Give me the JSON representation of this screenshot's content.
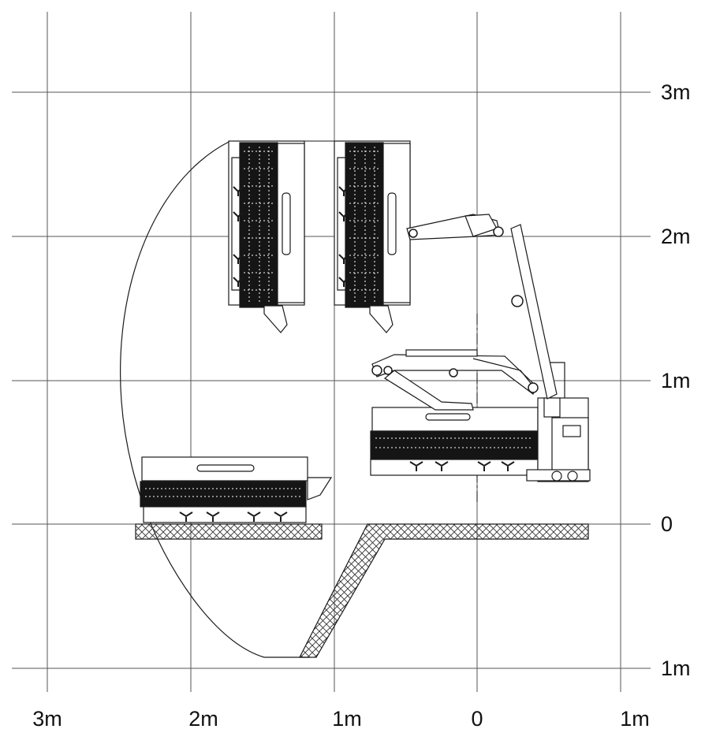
{
  "diagram": {
    "x_labels": [
      "3m",
      "2m",
      "1m",
      "0",
      "1m"
    ],
    "y_labels": [
      "3m",
      "2m",
      "1m",
      "0",
      "1m"
    ],
    "colors": {
      "background": "#ffffff",
      "grid": "#555555",
      "line": "#1a1a1a",
      "label": "#111111",
      "hatch": "#333333"
    }
  }
}
